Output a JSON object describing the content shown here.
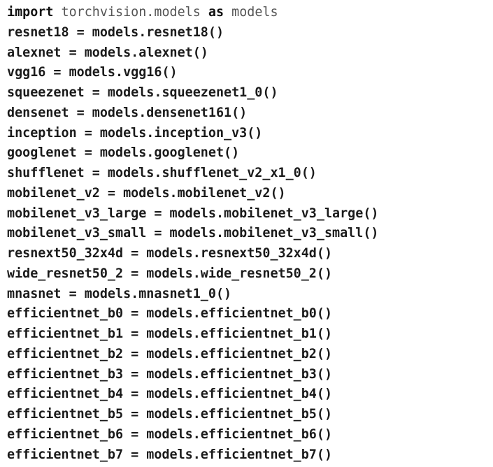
{
  "code": {
    "import_line": {
      "keyword_import": "import",
      "module": " torchvision.models ",
      "keyword_as": "as",
      "alias": " models"
    },
    "lines": [
      "resnet18 = models.resnet18()",
      "alexnet = models.alexnet()",
      "vgg16 = models.vgg16()",
      "squeezenet = models.squeezenet1_0()",
      "densenet = models.densenet161()",
      "inception = models.inception_v3()",
      "googlenet = models.googlenet()",
      "shufflenet = models.shufflenet_v2_x1_0()",
      "mobilenet_v2 = models.mobilenet_v2()",
      "mobilenet_v3_large = models.mobilenet_v3_large()",
      "mobilenet_v3_small = models.mobilenet_v3_small()",
      "resnext50_32x4d = models.resnext50_32x4d()",
      "wide_resnet50_2 = models.wide_resnet50_2()",
      "mnasnet = models.mnasnet1_0()",
      "efficientnet_b0 = models.efficientnet_b0()",
      "efficientnet_b1 = models.efficientnet_b1()",
      "efficientnet_b2 = models.efficientnet_b2()",
      "efficientnet_b3 = models.efficientnet_b3()",
      "efficientnet_b4 = models.efficientnet_b4()",
      "efficientnet_b5 = models.efficientnet_b5()",
      "efficientnet_b6 = models.efficientnet_b6()",
      "efficientnet_b7 = models.efficientnet_b7()"
    ]
  }
}
